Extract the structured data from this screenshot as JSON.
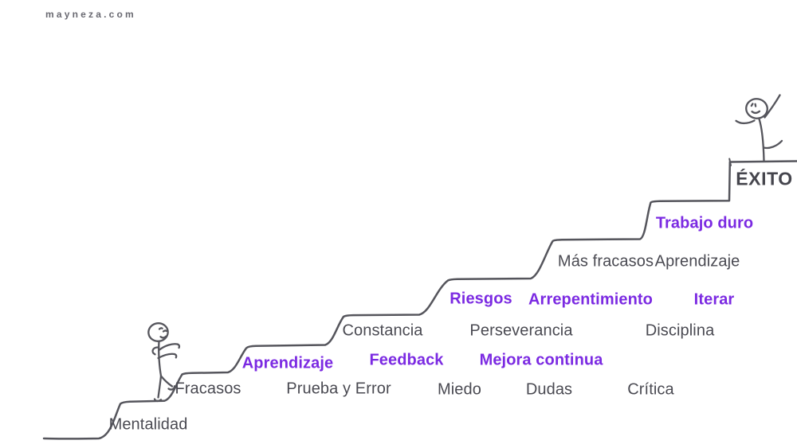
{
  "watermark": {
    "text": "mayneza.com"
  },
  "colors": {
    "ink": "#55555c",
    "label_dark": "#4a4a52",
    "label_purple": "#7b2ae2",
    "background": "#ffffff"
  },
  "summit": {
    "text": "ÉXITO"
  },
  "labels": [
    {
      "text": "Mentalidad",
      "style": "dark"
    },
    {
      "text": "Fracasos",
      "style": "dark"
    },
    {
      "text": "Aprendizaje",
      "style": "purple-bold"
    },
    {
      "text": "Prueba y Error",
      "style": "dark"
    },
    {
      "text": "Constancia",
      "style": "dark"
    },
    {
      "text": "Feedback",
      "style": "purple"
    },
    {
      "text": "Miedo",
      "style": "dark"
    },
    {
      "text": "Riesgos",
      "style": "purple"
    },
    {
      "text": "Perseverancia",
      "style": "dark"
    },
    {
      "text": "Mejora continua",
      "style": "purple"
    },
    {
      "text": "Dudas",
      "style": "dark"
    },
    {
      "text": "Arrepentimiento",
      "style": "purple"
    },
    {
      "text": "Más fracasos",
      "style": "dark"
    },
    {
      "text": "Crítica",
      "style": "dark"
    },
    {
      "text": "Disciplina",
      "style": "dark"
    },
    {
      "text": "Trabajo duro",
      "style": "purple"
    },
    {
      "text": "Aprendizaje",
      "style": "dark"
    },
    {
      "text": "Iterar",
      "style": "purple"
    }
  ],
  "figures": {
    "climber": "stick figure climbing the stairs",
    "celebrator": "stick figure celebrating at the top"
  }
}
